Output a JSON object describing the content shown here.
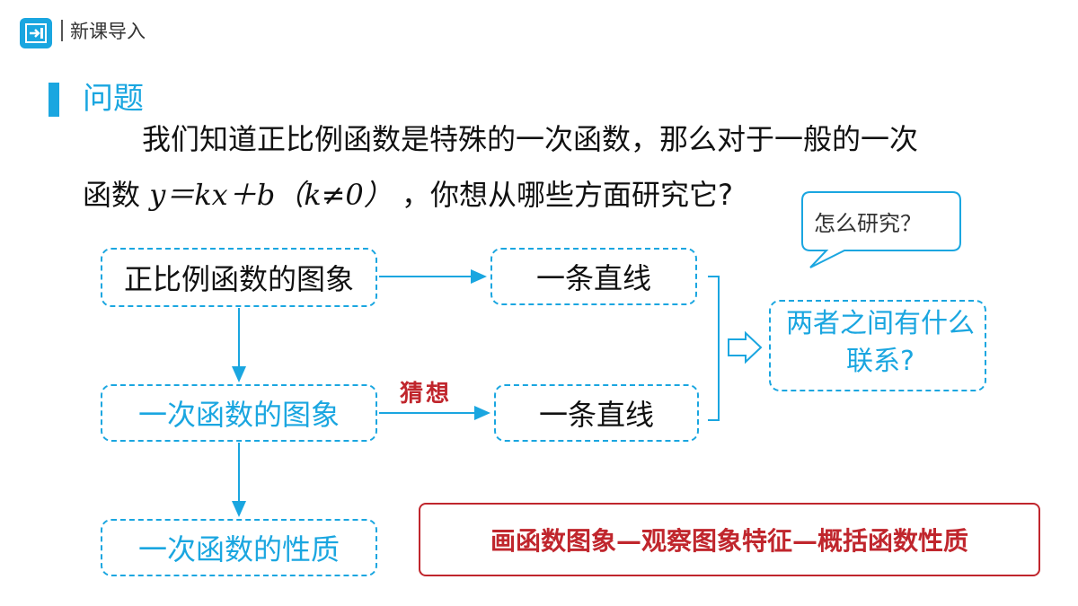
{
  "header": {
    "title": "新课导入",
    "logo_icon": "next-arrow-icon"
  },
  "section": {
    "title": "问题"
  },
  "paragraph": {
    "line1": "我们知道正比例函数是特殊的一次函数，那么对于一般的一次",
    "line2_prefix": "函数",
    "formula": "y＝kx＋b（k≠0）",
    "line2_suffix": "，你想从哪些方面研究它?"
  },
  "diagram": {
    "box_proportional_graph": "正比例函数的图象",
    "box_line_1": "一条直线",
    "box_linear_graph": "一次函数的图象",
    "box_line_2": "一条直线",
    "box_linear_properties": "一次函数的性质",
    "guess_label": "猜想",
    "bubble_text": "怎么研究？",
    "relation_text": "两者之间有什么联系?"
  },
  "summary": {
    "text": "画函数图象—观察图象特征—概括函数性质"
  },
  "colors": {
    "accent": "#1aa6e0",
    "red": "#c0262d"
  }
}
